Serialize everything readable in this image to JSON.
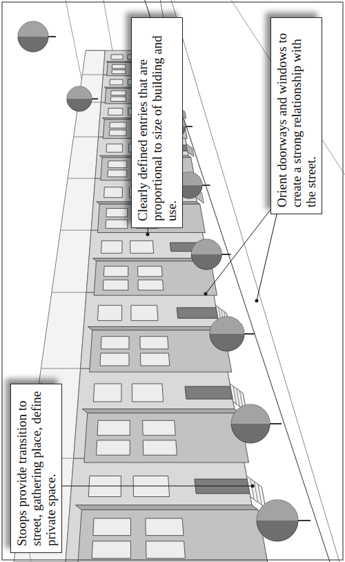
{
  "diagram": {
    "nodes": [
      {
        "text": [
          "Stoops provide transition to street, gathering place, define private space."
        ]
      },
      {
        "text": [
          "Clearly defined entries that are proportional to size of building and use."
        ]
      },
      {
        "text": [
          "Orient doorways and windows to create a strong relationship with the street."
        ]
      }
    ]
  }
}
